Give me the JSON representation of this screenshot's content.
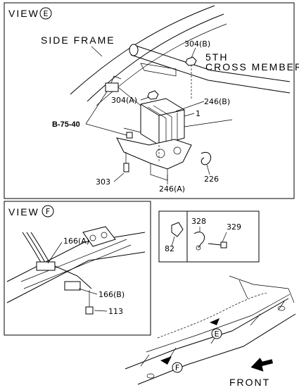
{
  "view_e": {
    "title": "VIEW",
    "marker": "E",
    "side_frame": "SIDE FRAME",
    "cross_member_line1": "5TH",
    "cross_member_line2": "CROSS MEMBER",
    "labels": {
      "p304b": "304(B)",
      "p304a": "304(A)",
      "p246b": "246(B)",
      "p1": "1",
      "ref": "B-75-40",
      "p303": "303",
      "p246a": "246(A)",
      "p226": "226"
    }
  },
  "view_f": {
    "title": "VIEW",
    "marker": "F",
    "labels": {
      "p166a": "166(A)",
      "p166b": "166(B)",
      "p113": "113"
    }
  },
  "parts_box": {
    "labels": {
      "p82": "82",
      "p328": "328",
      "p329": "329"
    }
  },
  "overview": {
    "marker_e": "E",
    "marker_f": "F",
    "front": "FRONT"
  }
}
